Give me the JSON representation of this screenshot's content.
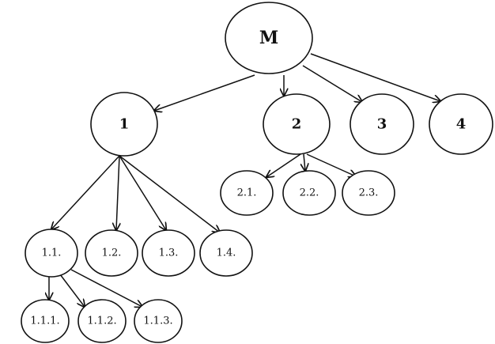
{
  "diagram": {
    "nodes": [
      {
        "id": "M",
        "label": "M",
        "level": 0
      },
      {
        "id": "1",
        "label": "1",
        "level": 1
      },
      {
        "id": "2",
        "label": "2",
        "level": 1
      },
      {
        "id": "3",
        "label": "3",
        "level": 1
      },
      {
        "id": "4",
        "label": "4",
        "level": 1
      },
      {
        "id": "2.1",
        "label": "2.1.",
        "level": 2
      },
      {
        "id": "2.2",
        "label": "2.2.",
        "level": 2
      },
      {
        "id": "2.3",
        "label": "2.3.",
        "level": 2
      },
      {
        "id": "1.1",
        "label": "1.1.",
        "level": 2
      },
      {
        "id": "1.2",
        "label": "1.2.",
        "level": 2
      },
      {
        "id": "1.3",
        "label": "1.3.",
        "level": 2
      },
      {
        "id": "1.4",
        "label": "1.4.",
        "level": 2
      },
      {
        "id": "1.1.1",
        "label": "1.1.1.",
        "level": 3
      },
      {
        "id": "1.1.2",
        "label": "1.1.2.",
        "level": 3
      },
      {
        "id": "1.1.3",
        "label": "1.1.3.",
        "level": 3
      }
    ],
    "edges": [
      {
        "from": "M",
        "to": "1"
      },
      {
        "from": "M",
        "to": "2"
      },
      {
        "from": "M",
        "to": "3"
      },
      {
        "from": "M",
        "to": "4"
      },
      {
        "from": "2",
        "to": "2.1"
      },
      {
        "from": "2",
        "to": "2.2"
      },
      {
        "from": "2",
        "to": "2.3"
      },
      {
        "from": "1",
        "to": "1.1"
      },
      {
        "from": "1",
        "to": "1.2"
      },
      {
        "from": "1",
        "to": "1.3"
      },
      {
        "from": "1",
        "to": "1.4"
      },
      {
        "from": "1.1",
        "to": "1.1.1"
      },
      {
        "from": "1.1",
        "to": "1.1.2"
      },
      {
        "from": "1.1",
        "to": "1.1.3"
      }
    ]
  }
}
